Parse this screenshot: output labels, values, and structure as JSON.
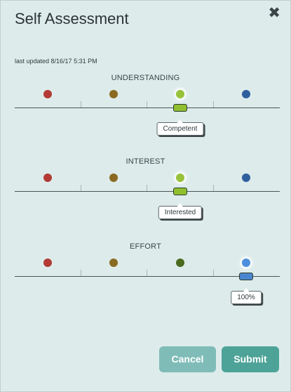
{
  "dialog": {
    "title": "Self Assessment",
    "close_icon": "close-icon",
    "last_updated": "last updated 8/16/17 5:31 PM"
  },
  "level_colors": [
    "#b33a35",
    "#8a6a22",
    "#98c23a",
    "#2f5f9e"
  ],
  "sections": [
    {
      "label": "UNDERSTANDING",
      "selected_level": 3,
      "dot_colors": [
        "#b33a35",
        "#8a6a22",
        "#98c23a",
        "#2f5f9e"
      ],
      "handle_color": "#8fbf2f",
      "value_label": "Competent"
    },
    {
      "label": "INTEREST",
      "selected_level": 3,
      "dot_colors": [
        "#b33a35",
        "#8a6a22",
        "#98c23a",
        "#2f5f9e"
      ],
      "handle_color": "#8fbf2f",
      "value_label": "Interested"
    },
    {
      "label": "EFFORT",
      "selected_level": 4,
      "dot_colors": [
        "#b33a35",
        "#8a6a22",
        "#4a6a1e",
        "#4d8fdc"
      ],
      "handle_color": "#4a86cf",
      "value_label": "100%"
    }
  ],
  "buttons": {
    "cancel_label": "Cancel",
    "submit_label": "Submit",
    "cancel_color": "#7fbcb8",
    "submit_color": "#4ea398"
  }
}
